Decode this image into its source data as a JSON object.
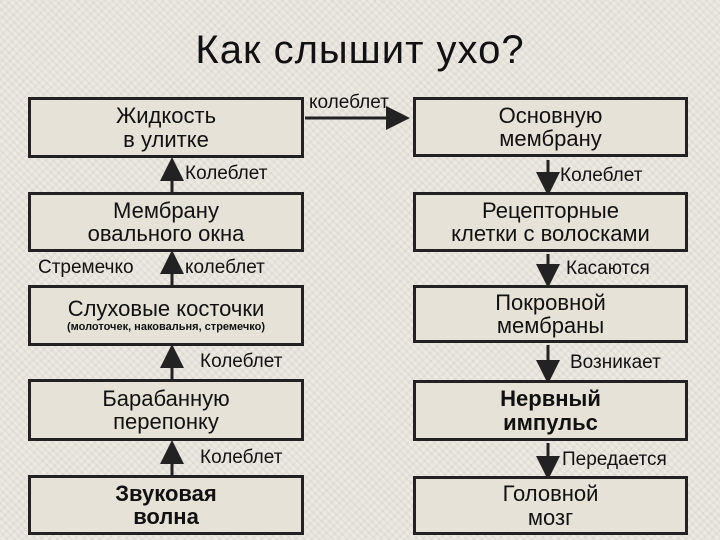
{
  "title": "Как слышит ухо?",
  "left_column": [
    {
      "line1": "Жидкость",
      "line2": "в улитке"
    },
    {
      "line1": "Мембрану",
      "line2": "овального окна"
    },
    {
      "line1": "Слуховые косточки",
      "note": "(молоточек, наковальня, стремечко)"
    },
    {
      "line1": "Барабанную",
      "line2": "перепонку"
    },
    {
      "line1": "Звуковая",
      "line2": "волна"
    }
  ],
  "right_column": [
    {
      "line1": "Основную",
      "line2": "мембрану"
    },
    {
      "line1": "Рецепторные",
      "line2": "клетки с волосками"
    },
    {
      "line1": "Покровной",
      "line2": "мембраны"
    },
    {
      "line1": "Нервный",
      "line2": "импульс"
    },
    {
      "line1": "Головной",
      "line2": "мозг"
    }
  ],
  "labels": {
    "top_connector": "колеблет",
    "left_up_1": "Колеблет",
    "left_up_2_prefix": "Стремечко",
    "left_up_2": "колеблет",
    "left_up_3": "Колеблет",
    "left_up_4": "Колеблет",
    "right_down_1": "Колеблет",
    "right_down_2": "Касаются",
    "right_down_3": "Возникает",
    "right_down_4": "Передается"
  }
}
